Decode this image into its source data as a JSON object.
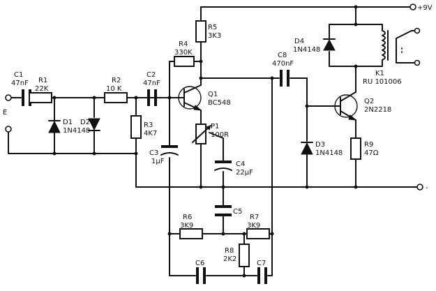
{
  "labels": {
    "c1_name": "C1",
    "c1_val": "47nF",
    "r1_name": "R1",
    "r1_val": "22K",
    "r2_name": "R2",
    "r2_val": "10 K",
    "c2_name": "C2",
    "c2_val": "47nF",
    "d1_name": "D1",
    "d1_val": "1N4148",
    "d2_name": "D2",
    "r3_name": "R3",
    "r3_val": "4K7",
    "c3_name": "C3",
    "c3_val": "1µF",
    "r4_name": "R4",
    "r4_val": "330K",
    "r5_name": "R5",
    "r5_val": "3K3",
    "q1_name": "Q1",
    "q1_val": "BC548",
    "p1_name": "P1",
    "p1_val": "100R",
    "c4_name": "C4",
    "c4_val": "22µF",
    "c5_name": "C5",
    "c8_name": "C8",
    "c8_val": "470nF",
    "d4_name": "D4",
    "d4_val": "1N4148",
    "k1_name": "K1",
    "k1_val": "RU 101006",
    "q2_name": "Q2",
    "q2_val": "2N2218",
    "d3_name": "D3",
    "d3_val": "1N4148",
    "r9_name": "R9",
    "r9_val": "47Ω",
    "r6_name": "R6",
    "r6_val": "3K9",
    "r7_name": "R7",
    "r7_val": "3K9",
    "r8_name": "R8",
    "r8_val": "2K2",
    "c6_name": "C6",
    "c7_name": "C7",
    "input_label": "E",
    "vplus": "+9V",
    "vminus": "-"
  }
}
